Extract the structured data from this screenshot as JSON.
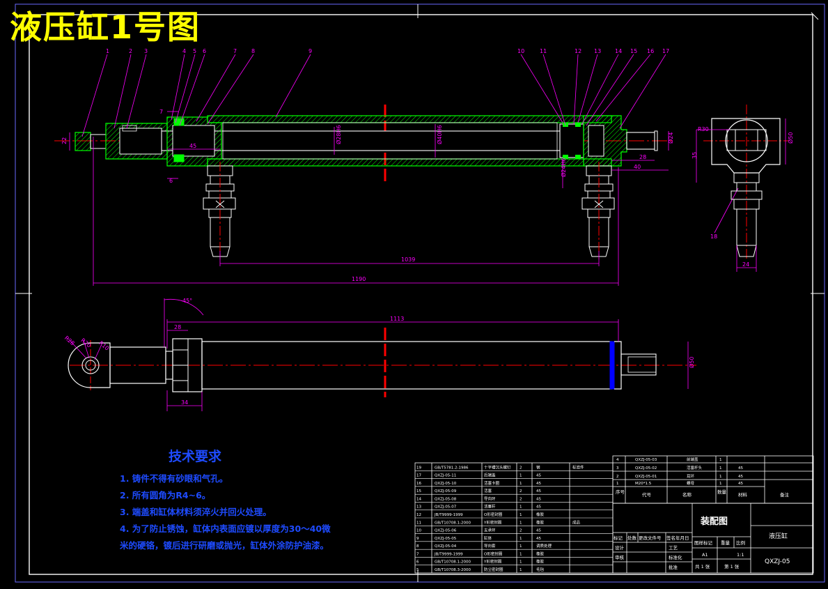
{
  "drawing": {
    "title": "液压缸1号图",
    "drawing_name": "装配图",
    "part_name": "液压缸",
    "drawing_number": "QXZJ-05",
    "sheet_size": "A1",
    "scale": "1:1",
    "total_sheets": "共 1 张",
    "sheet_index": "第 1 张"
  },
  "balloons": [
    "1",
    "2",
    "3",
    "4",
    "5",
    "6",
    "7",
    "8",
    "9",
    "10",
    "11",
    "12",
    "13",
    "14",
    "15",
    "16",
    "17",
    "18"
  ],
  "dimensions": {
    "front": [
      "22",
      "7",
      "45",
      "6",
      "Ø28H6",
      "Ø40H6",
      "Ø24H6",
      "1039",
      "1190",
      "28",
      "40",
      "Ø24"
    ],
    "side": [
      "R30",
      "35",
      "Ø50",
      "24"
    ],
    "bottom": [
      "45°",
      "1113",
      "28",
      "34",
      "Ø50",
      "R28",
      "R20",
      "R10"
    ]
  },
  "tech_requirements": {
    "heading": "技术要求",
    "lines": [
      "1. 铸件不得有砂眼和气孔。",
      "2. 所有圆角为R4~6。",
      "3. 端盖和缸体材料须淬火并回火处理。",
      "4. 为了防止锈蚀，缸体内表面应镀以厚度为30～40微",
      "   米的硬铬，镀后进行研磨或抛光，缸体外涂防护油漆。"
    ]
  },
  "bom_left": {
    "rows": [
      {
        "no": "19",
        "code": "GB/T5781.2-1986",
        "name": "十字槽沉头螺钉",
        "qty": "2",
        "mat": "钢",
        "note": "标准件"
      },
      {
        "no": "17",
        "code": "QXZJ-05-11",
        "name": "后端盖",
        "qty": "1",
        "mat": "45",
        "note": ""
      },
      {
        "no": "16",
        "code": "QXZJ-05-10",
        "name": "活塞卡圈",
        "qty": "1",
        "mat": "45",
        "note": ""
      },
      {
        "no": "15",
        "code": "QXZJ-05-09",
        "name": "活塞",
        "qty": "2",
        "mat": "45",
        "note": ""
      },
      {
        "no": "14",
        "code": "QXZJ-05-08",
        "name": "导向环",
        "qty": "2",
        "mat": "45",
        "note": ""
      },
      {
        "no": "13",
        "code": "QXZJ-05-07",
        "name": "活塞杆",
        "qty": "1",
        "mat": "45",
        "note": ""
      },
      {
        "no": "12",
        "code": "JB/T9999-1999",
        "name": "O形密封圈",
        "qty": "1",
        "mat": "橡胶",
        "note": ""
      },
      {
        "no": "11",
        "code": "GB/T10708.1-2000",
        "name": "Y形密封圈",
        "qty": "1",
        "mat": "橡胶",
        "note": "成品"
      },
      {
        "no": "10",
        "code": "QXZJ-05-06",
        "name": "支承环",
        "qty": "2",
        "mat": "45",
        "note": ""
      },
      {
        "no": "9",
        "code": "QXZJ-05-05",
        "name": "缸体",
        "qty": "1",
        "mat": "45",
        "note": ""
      },
      {
        "no": "8",
        "code": "QXZJ-05-04",
        "name": "导向套",
        "qty": "1",
        "mat": "调质处理",
        "note": ""
      },
      {
        "no": "7",
        "code": "JB/T9999-1999",
        "name": "O形密封圈",
        "qty": "1",
        "mat": "橡胶",
        "note": ""
      },
      {
        "no": "6",
        "code": "GB/T10708.1-2000",
        "name": "Y形密封圈",
        "qty": "1",
        "mat": "橡胶",
        "note": ""
      },
      {
        "no": "5",
        "code": "GB/T10708.3-2000",
        "name": "防尘密封圈",
        "qty": "1",
        "mat": "毛毡",
        "note": ""
      }
    ]
  },
  "bom_right": {
    "rows": [
      {
        "no": "4",
        "code": "QXZJ-05-03",
        "name": "前端盖",
        "qty": "1",
        "mat": "",
        "note": ""
      },
      {
        "no": "3",
        "code": "QXZJ-05-02",
        "name": "活塞杆头",
        "qty": "1",
        "mat": "45",
        "note": ""
      },
      {
        "no": "2",
        "code": "QXZJ-05-01",
        "name": "耳环",
        "qty": "1",
        "mat": "45",
        "note": ""
      },
      {
        "no": "1",
        "code": "M20*1.5",
        "name": "螺母",
        "qty": "1",
        "mat": "45",
        "note": ""
      }
    ],
    "header": {
      "no": "序号",
      "code": "代号",
      "name": "名称",
      "qty": "数量",
      "mat": "材料",
      "note": "备注"
    }
  },
  "title_block": {
    "labels": [
      "标记",
      "处数",
      "更改文件号",
      "签名",
      "年月日",
      "设计",
      "审核",
      "工艺",
      "标准化",
      "批准",
      "图样标记",
      "重量",
      "比例"
    ]
  },
  "colors": {
    "background": "#000000",
    "outline": "#ffffff",
    "section": "#00ff00",
    "centerline": "#ff0000",
    "dimension": "#ff00ff",
    "text": "#ffff00",
    "tech": "#1e4bff"
  }
}
